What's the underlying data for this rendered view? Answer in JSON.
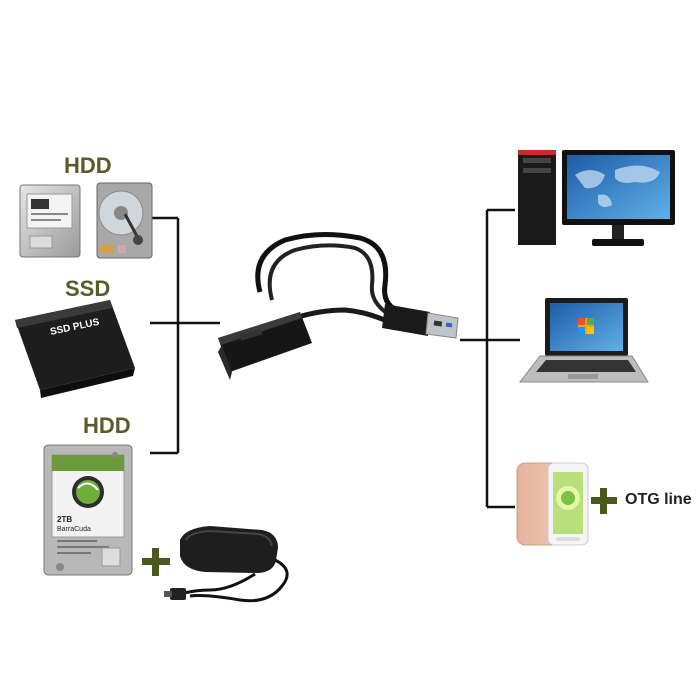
{
  "labels": {
    "hdd_top": "HDD",
    "ssd": "SSD",
    "hdd_bottom": "HDD",
    "otg": "OTG line",
    "ssd_brand": "SSD PLUS",
    "drive_capacity": "2TB",
    "drive_name": "BarraCuda"
  },
  "colors": {
    "label": "#5a5a2a",
    "plus": "#4a5a1e",
    "line": "#111111"
  },
  "icons": {
    "left": [
      "laptop-hdd-icon",
      "hdd-platter-icon",
      "ssd-icon",
      "desktop-hdd-icon",
      "power-adapter-icon"
    ],
    "center": [
      "usb-sata-adapter-icon"
    ],
    "right": [
      "desktop-computer-icon",
      "laptop-icon",
      "smartphone-icon"
    ]
  }
}
